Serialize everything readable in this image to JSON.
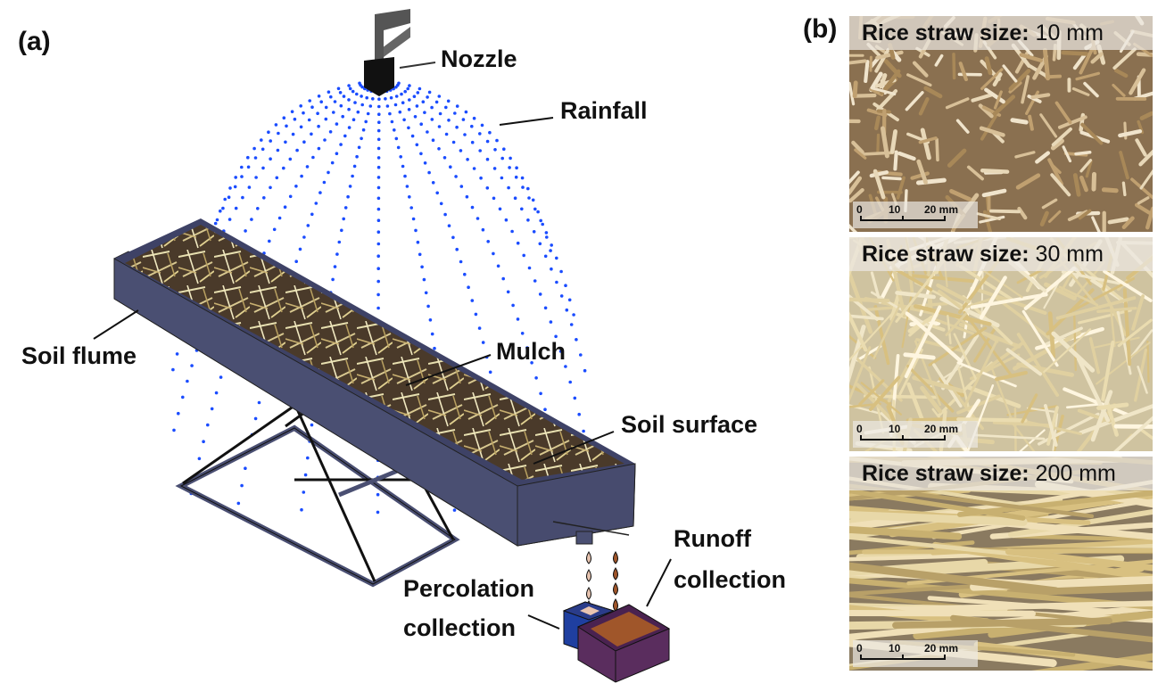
{
  "panel_a": {
    "label": "(a)",
    "labels": {
      "nozzle": "Nozzle",
      "rainfall": "Rainfall",
      "soil_flume": "Soil flume",
      "mulch": "Mulch",
      "soil_surface": "Soil surface",
      "runoff_line1": "Runoff",
      "runoff_line2": "collection",
      "percolation_line1": "Percolation",
      "percolation_line2": "collection"
    },
    "colors": {
      "rain_drops": "#1a4cff",
      "flume": "#4a4f72",
      "nozzle": "#111111",
      "percolation_box": "#1f3fa0",
      "runoff_box": "#5a2d5e",
      "runoff_water": "#a0562a",
      "drop_percolation": "#e8c4b0",
      "drop_runoff": "#a0562a"
    }
  },
  "panel_b": {
    "label": "(b)",
    "photos": [
      {
        "title_bold": "Rice straw size:",
        "title_value": "10 mm",
        "scale": [
          "0",
          "10",
          "20 mm"
        ]
      },
      {
        "title_bold": "Rice straw size:",
        "title_value": "30 mm",
        "scale": [
          "0",
          "10",
          "20 mm"
        ]
      },
      {
        "title_bold": "Rice straw size:",
        "title_value": "200 mm",
        "scale": [
          "0",
          "10",
          "20 mm"
        ]
      }
    ]
  }
}
